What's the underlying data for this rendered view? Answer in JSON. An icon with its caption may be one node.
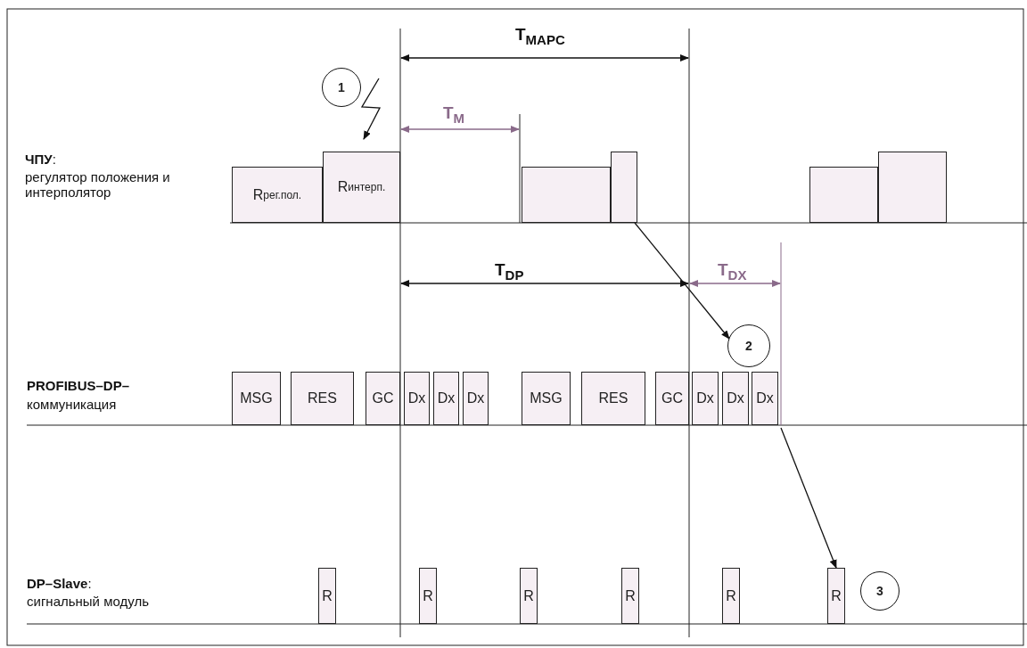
{
  "diagram": {
    "nodes": [
      {
        "text": [
          "1"
        ]
      },
      {
        "text": [
          "R$_{рег.пол.}$"
        ]
      },
      {
        "text": [
          "R$_{интерп.}$"
        ]
      },
      {
        "text": [],
        "shape": "box"
      },
      {
        "text": [],
        "shape": "box"
      },
      {
        "text": [],
        "shape": "box"
      },
      {
        "text": [],
        "shape": "box"
      },
      {
        "text": [
          "2"
        ]
      },
      {
        "text": [
          "MSG"
        ]
      },
      {
        "text": [
          "RES"
        ]
      },
      {
        "text": [
          "GC"
        ]
      },
      {
        "text": [
          "Dx"
        ]
      },
      {
        "text": [
          "Dx"
        ]
      },
      {
        "text": [
          "Dx"
        ]
      },
      {
        "text": [
          "MSG"
        ]
      },
      {
        "text": [
          "RES"
        ]
      },
      {
        "text": [
          "GC"
        ]
      },
      {
        "text": [
          "Dx"
        ]
      },
      {
        "text": [
          "Dx"
        ]
      },
      {
        "text": [
          "Dx"
        ]
      },
      {
        "text": [
          "R"
        ]
      },
      {
        "text": [
          "R"
        ]
      },
      {
        "text": [
          "R"
        ]
      },
      {
        "text": [
          "R"
        ]
      },
      {
        "text": [
          "R"
        ]
      },
      {
        "text": [
          "R"
        ]
      },
      {
        "text": [
          "3"
        ]
      }
    ],
    "edges": [
      {
        "from": 0,
        "to": 2,
        "arrow": "to"
      },
      {
        "from": 4,
        "to": 7,
        "arrow": "to"
      },
      {
        "from": 19,
        "to": 25,
        "arrow": "to"
      }
    ],
    "labels": [
      "T$_{MAPC}$",
      "T$_{M}$",
      "**ЧПУ**:",
      "регулятор положения и интерполятор",
      "T$_{DP}$",
      "T$_{DX}$",
      "PROFIBUS–DP–",
      "коммуникация",
      "**DP–Slave**:",
      "сигнальный модуль"
    ]
  }
}
